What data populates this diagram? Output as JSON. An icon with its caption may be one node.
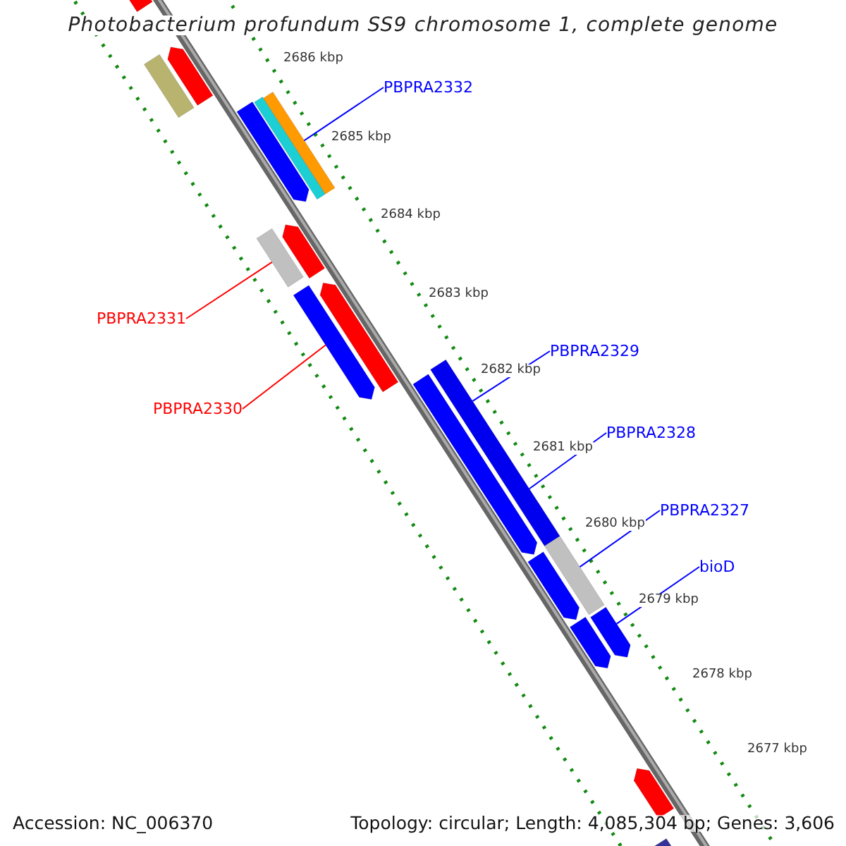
{
  "diagram": {
    "title": "Photobacterium profundum SS9 chromosome 1, complete genome",
    "nodes": [
      {
        "text": [
          "PBPRA2332"
        ]
      },
      {
        "text": [
          "PBPRA2331"
        ]
      },
      {
        "text": [
          "PBPRA2330"
        ]
      },
      {
        "text": [
          "PBPRA2329"
        ]
      },
      {
        "text": [
          "PBPRA2328"
        ]
      },
      {
        "text": [
          "PBPRA2327"
        ]
      },
      {
        "text": [
          "bioD"
        ]
      },
      {
        "text": [],
        "shape": "arrow"
      },
      {
        "text": [],
        "shape": "bar"
      },
      {
        "text": [],
        "shape": "arrow"
      },
      {
        "text": [],
        "shape": "arrow"
      },
      {
        "text": [],
        "shape": "bar"
      },
      {
        "text": [],
        "shape": "bar"
      },
      {
        "text": [],
        "shape": "bar"
      },
      {
        "text": [],
        "shape": "arrow"
      },
      {
        "text": [],
        "shape": "arrow"
      },
      {
        "text": [],
        "shape": "arrow"
      },
      {
        "text": [],
        "shape": "arrow"
      },
      {
        "text": [],
        "shape": "bar"
      },
      {
        "text": [],
        "shape": "bar"
      },
      {
        "text": [],
        "shape": "arrow"
      },
      {
        "text": [],
        "shape": "arrow"
      },
      {
        "text": [],
        "shape": "arrow"
      },
      {
        "text": [],
        "shape": "arrow"
      },
      {
        "text": [],
        "shape": "bar"
      }
    ],
    "edges": [
      {
        "from": 0,
        "to": 12,
        "arrow": "none"
      },
      {
        "from": 1,
        "to": 13,
        "arrow": "none",
        "color": "#ff0000"
      },
      {
        "from": 2,
        "to": 15,
        "arrow": "none",
        "color": "#ff0000"
      },
      {
        "from": 3,
        "to": 18,
        "arrow": "none"
      },
      {
        "from": 4,
        "to": 18,
        "arrow": "none"
      },
      {
        "from": 5,
        "to": 19,
        "arrow": "none"
      },
      {
        "from": 6,
        "to": 22,
        "arrow": "none"
      }
    ],
    "labels": [
      "2686 kbp",
      "2685 kbp",
      "2684 kbp",
      "2683 kbp",
      "2682 kbp",
      "2681 kbp",
      "2680 kbp",
      "2679 kbp",
      "2678 kbp",
      "2677 kbp",
      "Accession: NC_006370",
      "Topology: circular; Length: 4,085,304 bp; Genes: 3,606"
    ]
  }
}
